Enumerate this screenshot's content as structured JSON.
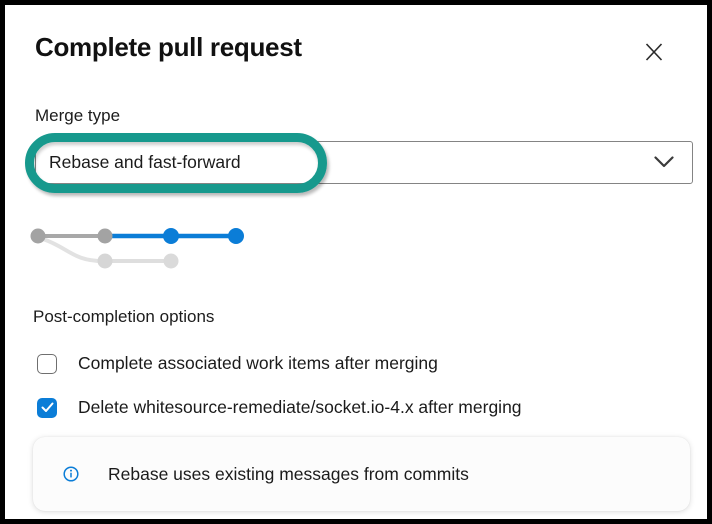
{
  "dialog": {
    "title": "Complete pull request"
  },
  "merge_type": {
    "label": "Merge type",
    "selected_option": "Rebase and fast-forward"
  },
  "merge_graph": {
    "type": "illustration",
    "meaning": "rebase-and-fast-forward-commit-graph",
    "top_row_dots": [
      "gray",
      "gray",
      "blue",
      "blue"
    ],
    "bottom_row_dots": [
      "faded",
      "faded"
    ]
  },
  "post_completion": {
    "heading": "Post-completion options",
    "options": [
      {
        "label": "Complete associated work items after merging",
        "checked": false
      },
      {
        "label": "Delete whitesource-remediate/socket.io-4.x after merging",
        "checked": true
      }
    ]
  },
  "info_banner": {
    "text": "Rebase uses existing messages from commits"
  },
  "colors": {
    "accent_blue": "#0b7dd7",
    "annotation_teal": "#17998d",
    "graph_gray": "#a8a8a8",
    "graph_faded": "#dadada",
    "banner_background": "#fcfcfc",
    "frame_border": "#000000"
  }
}
